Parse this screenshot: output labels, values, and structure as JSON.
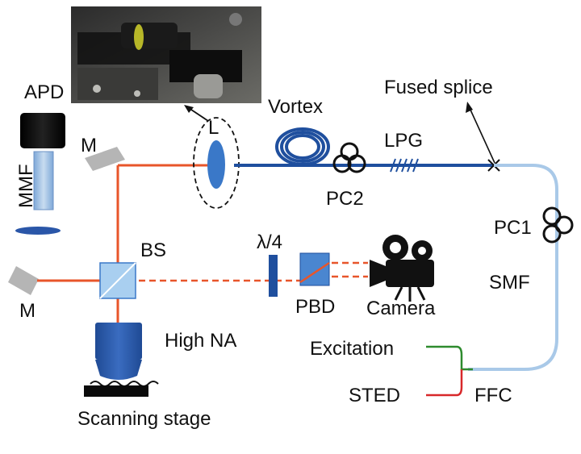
{
  "labels": {
    "apd": "APD",
    "mmf": "MMF",
    "mirror_top": "M",
    "mirror_bottom": "M",
    "lens": "L",
    "vortex": "Vortex",
    "fused_splice": "Fused splice",
    "lpg": "LPG",
    "pc2": "PC2",
    "pc1": "PC1",
    "bs": "BS",
    "quarter_wave": "λ/4",
    "pbd": "PBD",
    "camera": "Camera",
    "smf": "SMF",
    "excitation": "Excitation",
    "sted": "STED",
    "ffc": "FFC",
    "high_na": "High NA",
    "scanning_stage": "Scanning stage"
  },
  "colors": {
    "free_space_beam": "#e8552a",
    "vortex_fiber": "#1f4f9e",
    "smf_fiber": "#a9c9e8",
    "optics_blue": "#3a78c8",
    "objective_blue": "#2a56a8",
    "mirror_gray": "#b5b5b5",
    "excitation_green": "#2e8b2e",
    "sted_red": "#d8282a"
  },
  "icons": {
    "camera": "movie-camera-icon",
    "photo_inset": "lab-setup-photo"
  }
}
